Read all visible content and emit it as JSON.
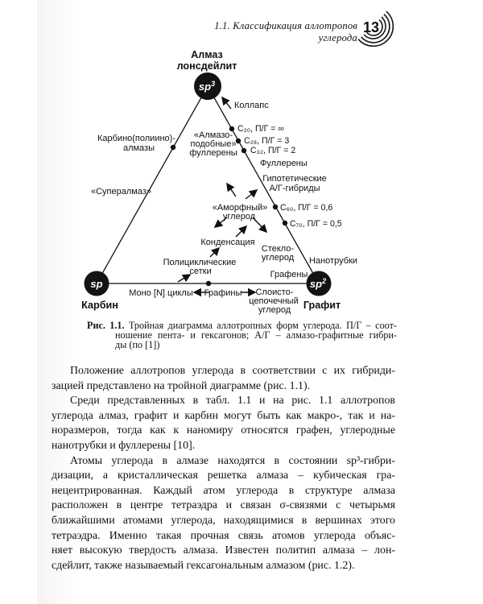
{
  "header": {
    "title": "1.1. Классификация аллотропов углерода",
    "page_number": "13"
  },
  "figure": {
    "vertices": {
      "top": {
        "base": "sp",
        "exp": "3",
        "line1": "Алмаз",
        "line2": "лонсдейлит"
      },
      "left": {
        "base": "sp",
        "exp": "",
        "name": "Карбин"
      },
      "right": {
        "base": "sp",
        "exp": "2",
        "name": "Графит"
      }
    },
    "labels": {
      "collapse": "Коллапс",
      "carbyno1": "Карбино(полиино)-",
      "carbyno2": "алмазы",
      "superdiamond": "«Супералмаз»",
      "diamondlike1": "«Алмазо-",
      "diamondlike2": "подобные»",
      "diamondlike3": "фуллерены",
      "c20": "C₂₀, П/Г = ∞",
      "c28": "C₂₈, П/Г = 3",
      "c32": "C₃₂, П/Г = 2",
      "fullerenes": "Фуллерены",
      "hypo1": "Гипотетические",
      "hypo2": "А/Г-гибриды",
      "c60": "C₆₀, П/Г = 0,6",
      "c70": "C₇₀, П/Г = 0,5",
      "amorphous1": "«Аморфный»",
      "amorphous2": "углерод",
      "condensation": "Конденсация",
      "polycyclic1": "Полициклические",
      "polycyclic2": "сетки",
      "glassy1": "Стекло-",
      "glassy2": "углерод",
      "graphenes": "Графены",
      "nanotubes": "Нанотрубки",
      "mono_cycles": "Моно [N] циклы",
      "graphynes": "Графины",
      "layered1": "Слоисто-",
      "layered2": "цепочечный",
      "layered3": "углерод"
    },
    "caption": {
      "label": "Рис. 1.1.",
      "line1_rest": " Тройная диаграмма аллотропных форм углерода. П/Г – соот-",
      "line2": "ношение пента- и гексагонов; А/Г – алмазо-графитные гибри-",
      "line3": "ды (по [1])"
    }
  },
  "body": {
    "p1": [
      "Положение аллотропов углерода в соответствии с их гибриди-",
      "зацией представлено на тройной диаграмме (рис. 1.1)."
    ],
    "p2": [
      "Среди представленных в табл. 1.1 и на рис. 1.1 аллотропов",
      "углерода алмаз, графит и карбин могут быть как макро-, так и на-",
      "норазмеров, тогда как к наномиру относятся графен, углеродные",
      "нанотрубки и фуллерены [10]."
    ],
    "p3": [
      "Атомы углерода в алмазе находятся в состоянии sp³-гибри-",
      "дизации, а кристаллическая решетка алмаза – кубическая гра-",
      "нецентрированная. Каждый атом углерода в структуре алмаза",
      "расположен в центре тетраэдра и связан σ-связями с четырьмя",
      "ближайшими атомами углерода, находящимися в вершинах этого",
      "тетраэдра. Именно такая прочная связь атомов углерода объяс-",
      "няет высокую твердость алмаза. Известен политип алмаза – лон-",
      "сдейлит, также называемый гексагональным алмазом (рис. 1.2)."
    ]
  },
  "colors": {
    "ink": "#111111",
    "paper": "#ffffff"
  }
}
